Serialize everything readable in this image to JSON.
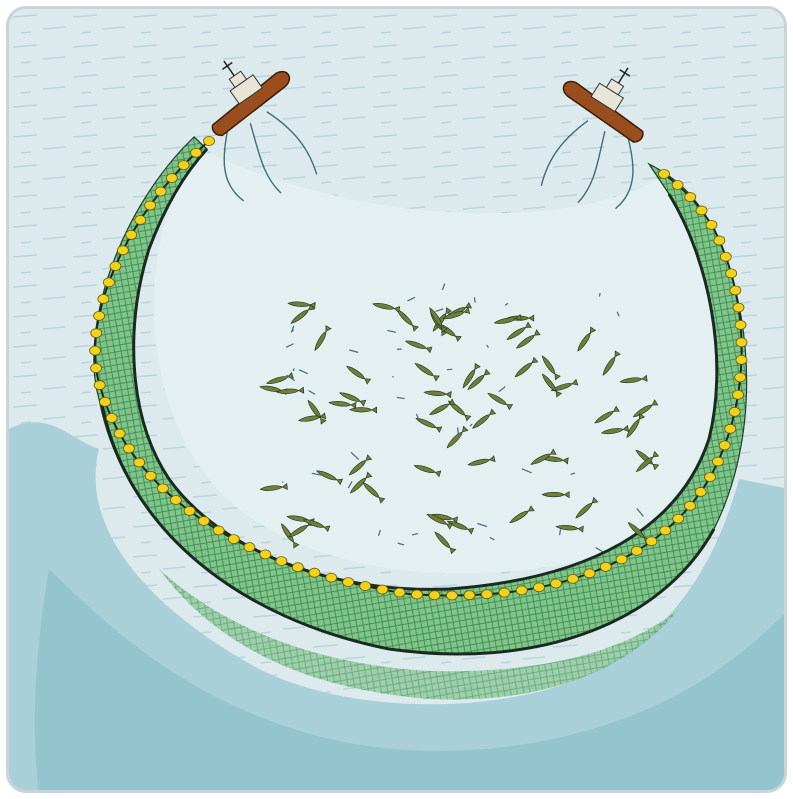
{
  "illustration": {
    "subject": "purse-seine-net",
    "boat_count": 2,
    "float_count": 78,
    "colors": {
      "water_light": "#dceaee",
      "water_mid": "#a9cfd8",
      "water_dark": "#8fc0cc",
      "net_fill": "#7fc58a",
      "net_mesh": "#2f7a45",
      "float": "#f2d21c",
      "float_stroke": "#6b5a00",
      "hull": "#9a4e1e",
      "cabin": "#e8e4d8",
      "fish": "#6d7f3a"
    }
  }
}
